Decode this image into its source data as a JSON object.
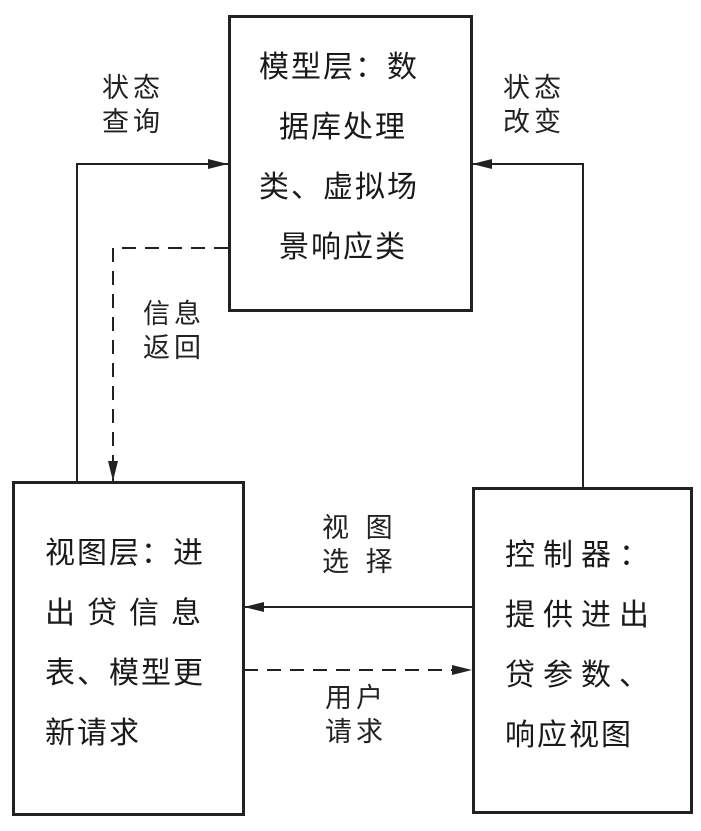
{
  "diagram": {
    "type": "MVC architecture flow diagram",
    "colors": {
      "line": "#222222",
      "background": "#ffffff",
      "text": "#1a1a1a"
    },
    "nodes": {
      "model": {
        "lines": [
          "模型层：数",
          "据库处理",
          "类、虚拟场",
          "景响应类"
        ]
      },
      "view": {
        "lines": [
          "视图层：进",
          "出贷信息",
          "表、模型更",
          "新请求"
        ]
      },
      "controller": {
        "lines": [
          "控制器：",
          "提供进出",
          "贷参数、",
          "响应视图"
        ]
      }
    },
    "edges": {
      "state_query": {
        "from": "view",
        "to": "model",
        "style": "solid",
        "lines": [
          "状态",
          "查询"
        ]
      },
      "info_return": {
        "from": "model",
        "to": "view",
        "style": "dashed",
        "lines": [
          "信息",
          "返回"
        ]
      },
      "state_change": {
        "from": "controller",
        "to": "model",
        "style": "solid",
        "lines": [
          "状态",
          "改变"
        ]
      },
      "view_select": {
        "from": "controller",
        "to": "view",
        "style": "solid",
        "lines": [
          "视 图",
          "选 择"
        ]
      },
      "user_request": {
        "from": "view",
        "to": "controller",
        "style": "dashed",
        "lines": [
          "用户",
          "请求"
        ]
      }
    }
  }
}
